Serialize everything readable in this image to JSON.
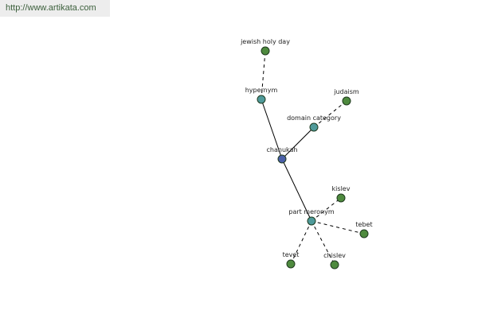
{
  "watermark": {
    "text": "http://www.artikata.com"
  },
  "colors": {
    "center": "#4a5fa8",
    "relation": "#4f9a9a",
    "leaf": "#4e8a3e",
    "edge": "#000000"
  },
  "graph": {
    "nodes": [
      {
        "id": "chanukah",
        "label": "chanukah",
        "kind": "center"
      },
      {
        "id": "hypernym",
        "label": "hypernym",
        "kind": "relation"
      },
      {
        "id": "domain_category",
        "label": "domain category",
        "kind": "relation"
      },
      {
        "id": "part_meronym",
        "label": "part meronym",
        "kind": "relation"
      },
      {
        "id": "jewish_holy_day",
        "label": "jewish holy day",
        "kind": "leaf"
      },
      {
        "id": "judaism",
        "label": "judaism",
        "kind": "leaf"
      },
      {
        "id": "kislev",
        "label": "kislev",
        "kind": "leaf"
      },
      {
        "id": "tebet",
        "label": "tebet",
        "kind": "leaf"
      },
      {
        "id": "tevet",
        "label": "tevet",
        "kind": "leaf"
      },
      {
        "id": "chislev",
        "label": "chislev",
        "kind": "leaf"
      }
    ],
    "edges": [
      {
        "from": "chanukah",
        "to": "hypernym",
        "style": "solid"
      },
      {
        "from": "chanukah",
        "to": "domain_category",
        "style": "solid"
      },
      {
        "from": "chanukah",
        "to": "part_meronym",
        "style": "solid"
      },
      {
        "from": "hypernym",
        "to": "jewish_holy_day",
        "style": "dashed"
      },
      {
        "from": "domain_category",
        "to": "judaism",
        "style": "dashed"
      },
      {
        "from": "part_meronym",
        "to": "kislev",
        "style": "dashed"
      },
      {
        "from": "part_meronym",
        "to": "tebet",
        "style": "dashed"
      },
      {
        "from": "part_meronym",
        "to": "tevet",
        "style": "dashed"
      },
      {
        "from": "part_meronym",
        "to": "chislev",
        "style": "dashed"
      }
    ]
  }
}
